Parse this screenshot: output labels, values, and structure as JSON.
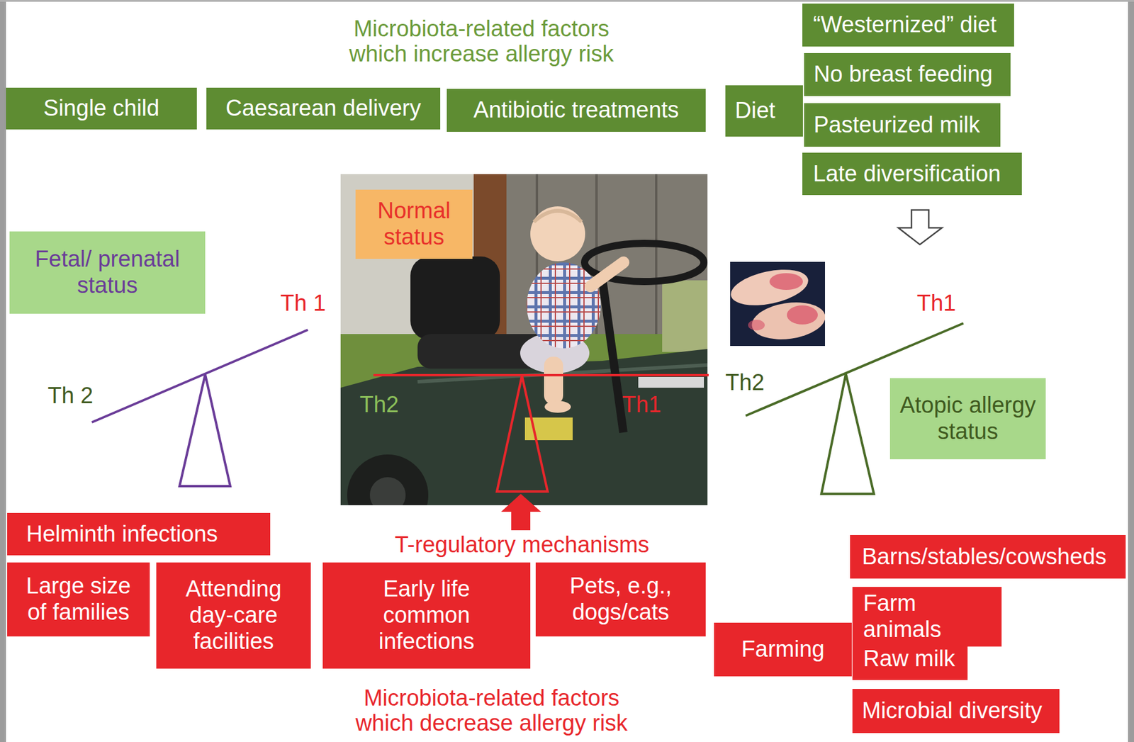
{
  "diagram": {
    "nodes": [
      {
        "text": [
          "Single child"
        ]
      },
      {
        "text": [
          "Caesarean delivery"
        ]
      },
      {
        "text": [
          "Antibiotic treatments"
        ]
      },
      {
        "text": [
          "Diet"
        ]
      },
      {
        "text": [
          "“Westernized” diet"
        ]
      },
      {
        "text": [
          "No breast feeding"
        ]
      },
      {
        "text": [
          "Pasteurized milk"
        ]
      },
      {
        "text": [
          "Late diversification"
        ]
      },
      {
        "text": [
          "Fetal/ prenatal status"
        ]
      },
      {
        "text": [
          "Normal status"
        ]
      },
      {
        "text": [
          "Atopic allergy status"
        ]
      },
      {
        "text": [
          "Helminth infections"
        ]
      },
      {
        "text": [
          "Barns/stables/cowsheds"
        ]
      },
      {
        "text": [
          "Large size of families"
        ]
      },
      {
        "text": [
          "Attending day-care facilities"
        ]
      },
      {
        "text": [
          "Early life common infections"
        ]
      },
      {
        "text": [
          "Pets, e.g., dogs/cats"
        ]
      },
      {
        "text": [
          "Farming"
        ]
      },
      {
        "text": [
          "Farm animals"
        ]
      },
      {
        "text": [
          "Raw milk"
        ]
      },
      {
        "text": [
          "Microbial diversity"
        ]
      }
    ],
    "labels": [
      "Microbiota-related factors which increase allergy risk",
      "Th 1",
      "Th 2",
      "Th2",
      "Th1",
      "Th1",
      "Th2",
      "T-regulatory mechanisms",
      "Microbiota-related factors which decrease allergy risk"
    ]
  }
}
